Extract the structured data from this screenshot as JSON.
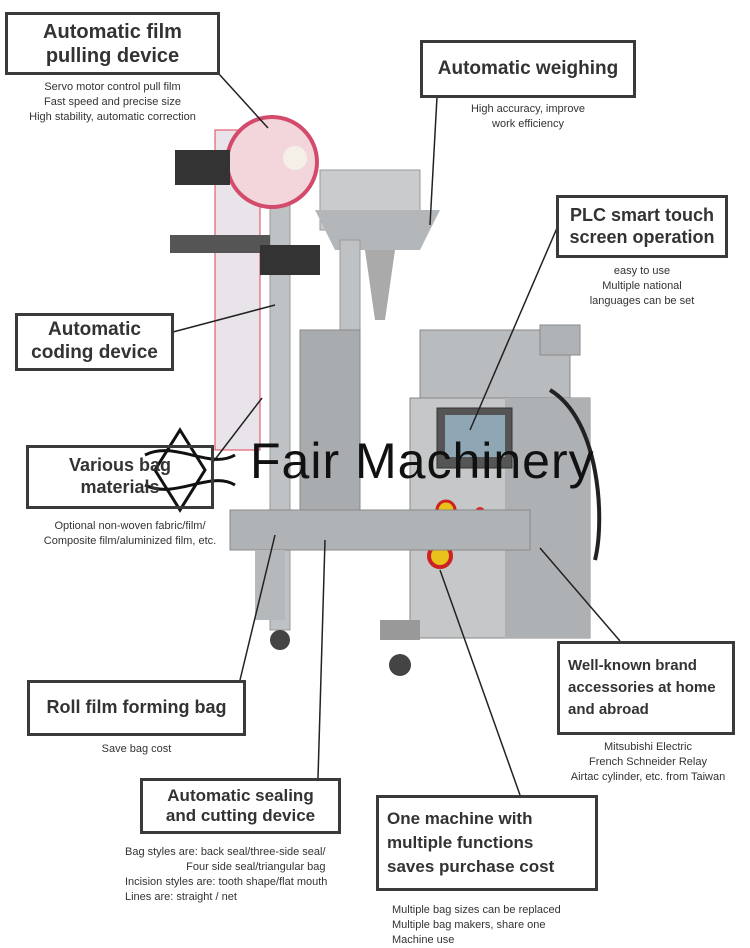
{
  "callouts": [
    {
      "title": "Automatic film\npulling device",
      "notes": "Servo motor control pull film\nFast speed and precise size\nHigh stability, automatic correction"
    },
    {
      "title": "Automatic weighing",
      "notes": "High accuracy, improve\nwork efficiency"
    },
    {
      "title": "PLC smart touch\nscreen operation",
      "notes": "easy to use\nMultiple national\nlanguages can be set"
    },
    {
      "title": "Automatic\ncoding device",
      "notes": ""
    },
    {
      "title": "Various bag\nmaterials",
      "notes": "Optional non-woven fabric/film/\nComposite film/aluminized film, etc."
    },
    {
      "title": "Roll film forming bag",
      "notes": "Save bag cost"
    },
    {
      "title": "Automatic sealing\nand cutting device",
      "notes": "Bag styles are: back seal/three-side seal/\n                    Four side seal/triangular bag\nIncision styles are: tooth shape/flat mouth\nLines are: straight / net"
    },
    {
      "title": "One machine with\nmultiple functions\nsaves purchase cost",
      "notes": "Multiple bag sizes can be replaced\nMultiple bag makers, share one\nMachine use"
    },
    {
      "title": "Well-known brand\naccessories at home\nand abroad",
      "notes": "Mitsubishi Electric\nFrench Schneider Relay\nAirtac cylinder, etc. from Taiwan"
    }
  ],
  "watermark": "Fair Machinery"
}
